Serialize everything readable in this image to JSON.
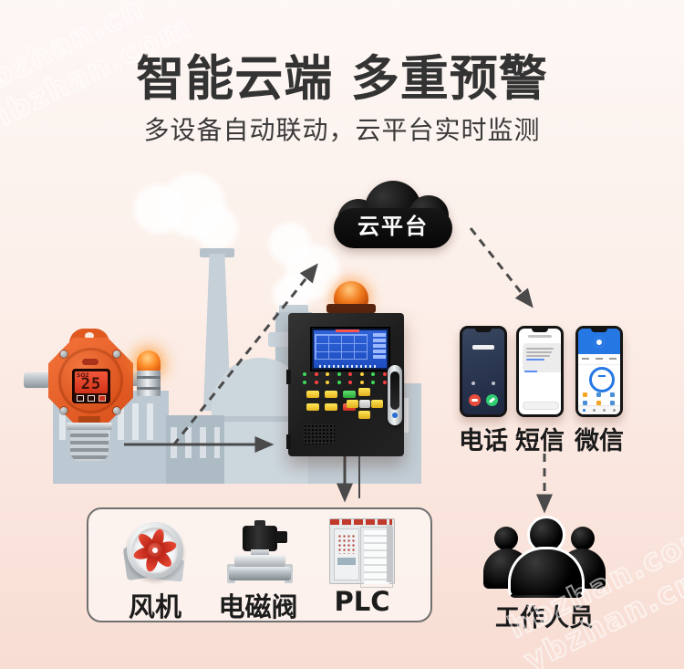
{
  "header": {
    "title": "智能云端 多重预警",
    "subtitle": "多设备自动联动，云平台实时监测"
  },
  "cloud": {
    "label": "云平台"
  },
  "detector": {
    "display_gas": "SO2",
    "display_value": "25"
  },
  "alert_channels": [
    {
      "label": "电话"
    },
    {
      "label": "短信"
    },
    {
      "label": "微信"
    }
  ],
  "linked_devices": [
    {
      "label": "风机"
    },
    {
      "label": "电磁阀"
    },
    {
      "label": "PLC"
    }
  ],
  "staff": {
    "label": "工作人员"
  },
  "watermark": {
    "line1": "ybzhan.cn",
    "line2": "hbzhan.com"
  },
  "colors": {
    "background_top": "#fdf7f5",
    "background_bottom": "#f8ddd3",
    "title_text": "#333333",
    "cloud_black": "#0c0c0c",
    "arrow": "#4a4a4a",
    "detector_orange": "#e8622d",
    "beacon_orange": "#ff8f2a",
    "panel_screen_blue": "#2d5fd3",
    "decline_red": "#e74c3c",
    "accept_green": "#2ecc71",
    "wechat_blue": "#2577e3",
    "fan_red": "#cf2b20",
    "factory_silhouette": "#bfcbd4"
  }
}
